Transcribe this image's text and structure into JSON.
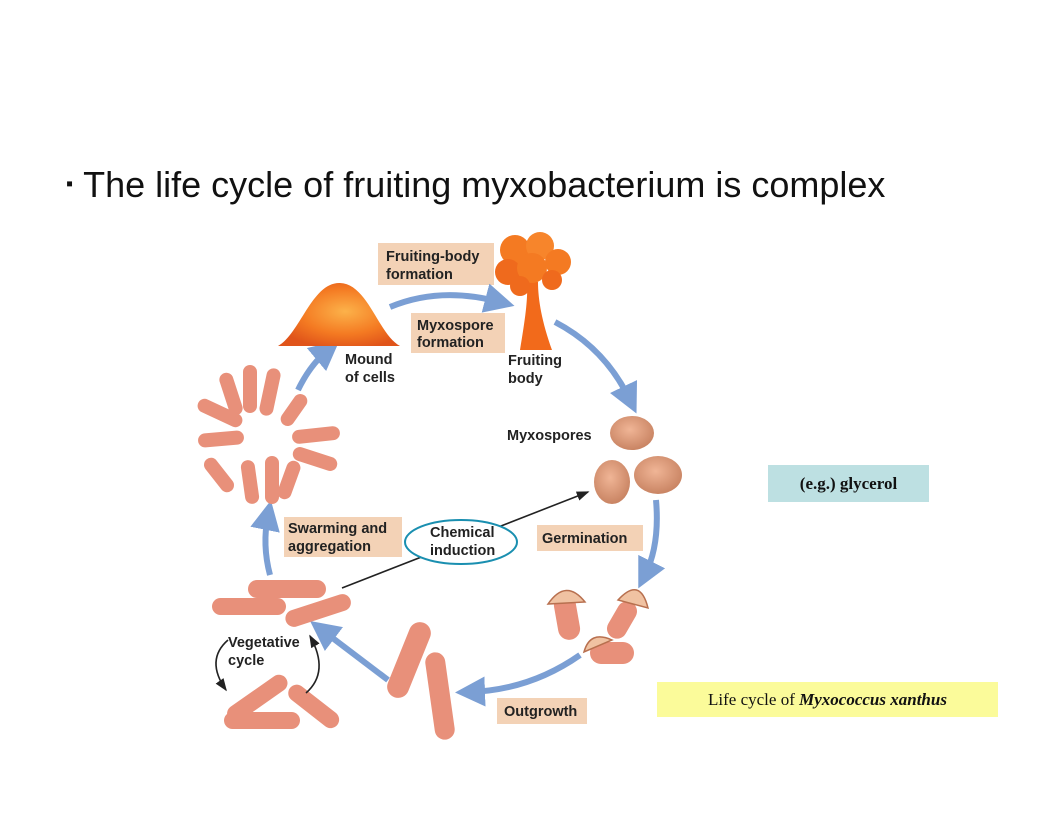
{
  "slide": {
    "title": "The life cycle of fruiting myxobacterium is complex",
    "bullet": "▪"
  },
  "diagram": {
    "stage_labels": {
      "fruiting_body_formation_1": "Fruiting-body",
      "fruiting_body_formation_2": "formation",
      "myxospore_formation_1": "Myxospore",
      "myxospore_formation_2": "formation",
      "mound_1": "Mound",
      "mound_2": "of cells",
      "fruiting_body_1": "Fruiting",
      "fruiting_body_2": "body",
      "myxospores": "Myxospores",
      "germination": "Germination",
      "swarming_1": "Swarming and",
      "swarming_2": "aggregation",
      "chemical_1": "Chemical",
      "chemical_2": "induction",
      "vegetative_1": "Vegetative",
      "vegetative_2": "cycle",
      "outgrowth": "Outgrowth"
    },
    "colors": {
      "arrow": "#7b9fd4",
      "cell": "#e8907a",
      "spore": "#d4957a",
      "mound": "#f26a1b",
      "label_box": "#f3d2b6",
      "ellipse_stroke": "#1a8fb0"
    }
  },
  "annotations": {
    "inducer": "(e.g.) glycerol",
    "caption_prefix": "Life cycle of ",
    "caption_species": "Myxococcus xanthus"
  }
}
